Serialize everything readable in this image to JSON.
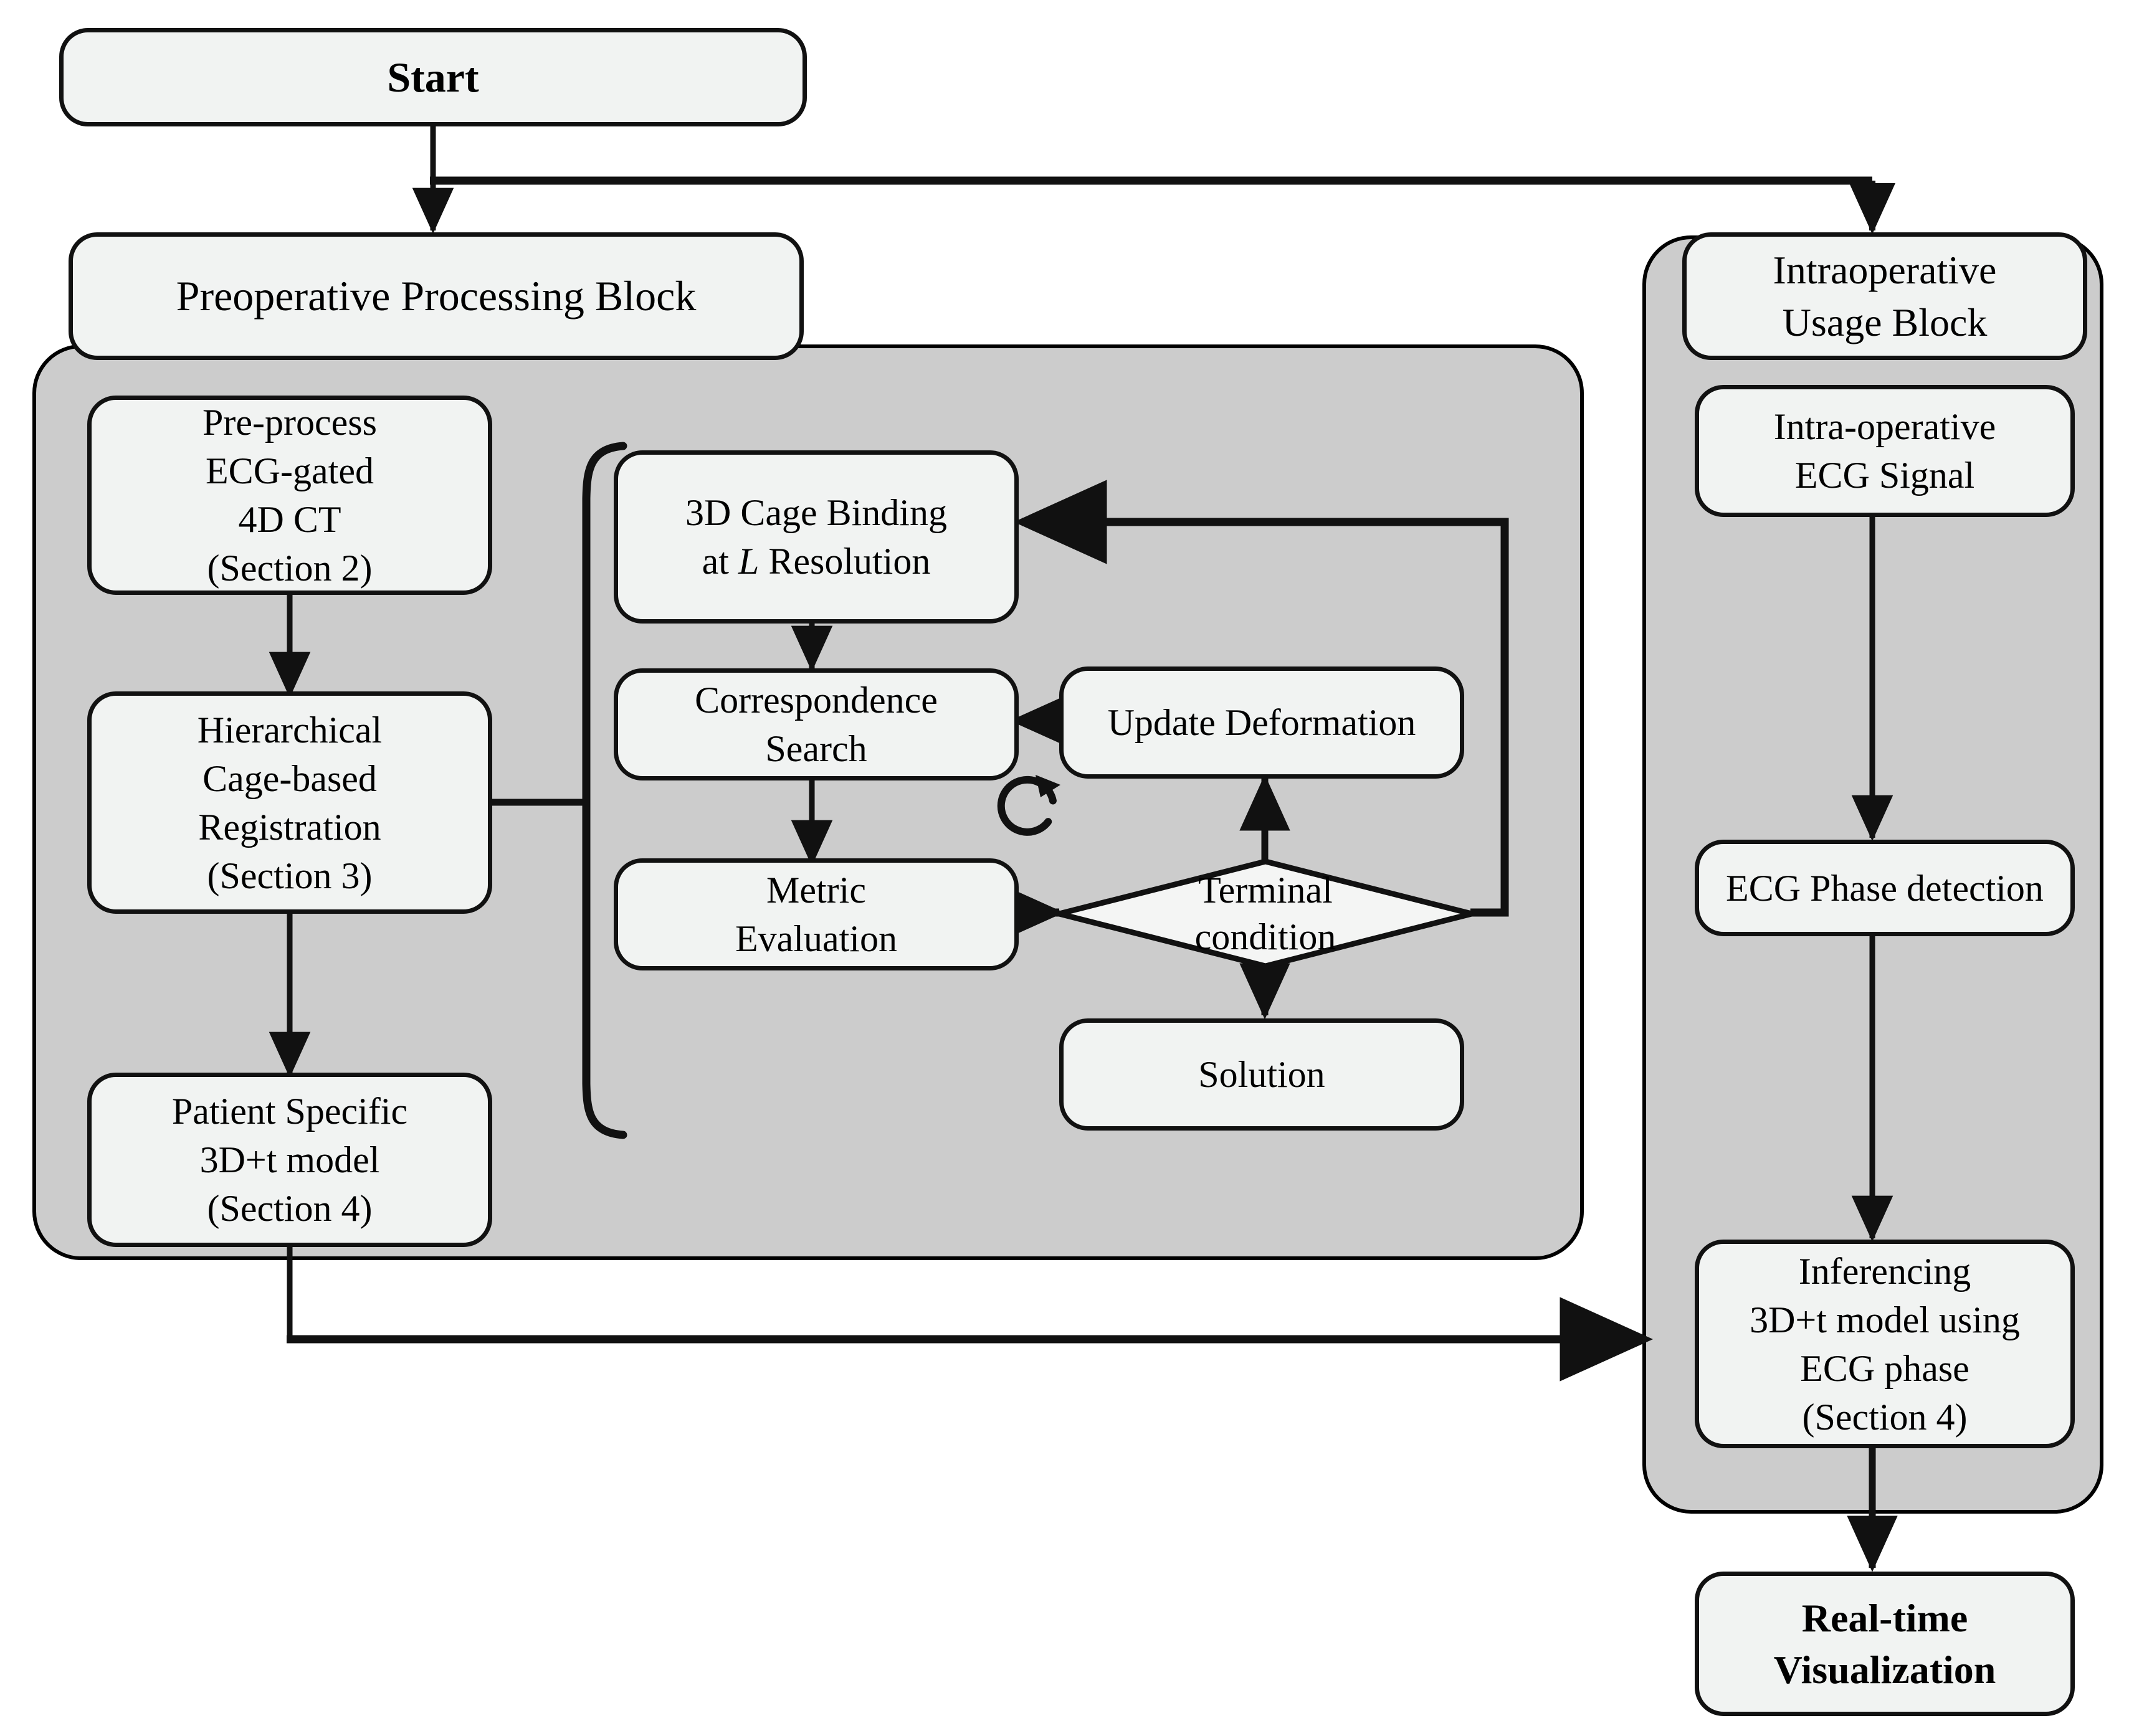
{
  "diagram": {
    "title_nodes": {
      "start": "Start",
      "preop_block": "Preoperative Processing Block",
      "intraop_block": "Intraoperative\nUsage Block"
    },
    "nodes": {
      "start": {
        "label": "Start"
      },
      "preop_header": {
        "label": "Preoperative Processing Block"
      },
      "intraop_header": {
        "line1": "Intraoperative",
        "line2": "Usage Block"
      },
      "preprocess": {
        "line1": "Pre-process",
        "line2": "ECG-gated",
        "line3": "4D CT",
        "line4": "(Section 2)"
      },
      "registration": {
        "line1": "Hierarchical",
        "line2": "Cage-based",
        "line3": "Registration",
        "line4": "(Section 3)"
      },
      "patient_model": {
        "line1": "Patient Specific",
        "line2": "3D+t model",
        "line3": "(Section 4)"
      },
      "cage_binding": {
        "line1": "3D Cage Binding",
        "line2_pre": "at ",
        "line2_var": "L",
        "line2_post": " Resolution"
      },
      "correspondence": {
        "line1": "Correspondence",
        "line2": "Search"
      },
      "metric": {
        "line1": "Metric",
        "line2": "Evaluation"
      },
      "update_deformation": {
        "label": "Update Deformation"
      },
      "terminal_condition": {
        "line1": "Terminal",
        "line2": "condition"
      },
      "solution": {
        "label": "Solution"
      },
      "ecg_signal": {
        "line1": "Intra-operative",
        "line2": "ECG Signal"
      },
      "ecg_phase": {
        "label": "ECG Phase detection"
      },
      "inferencing": {
        "line1": "Inferencing",
        "line2": "3D+t model using",
        "line3": "ECG phase",
        "line4": "(Section 4)"
      },
      "realtime": {
        "line1": "Real-time",
        "line2": "Visualization"
      }
    },
    "icons": {
      "iteration_loop": "loop-arrow-icon"
    },
    "colors": {
      "panel_fill": "#cccccc",
      "node_fill": "#f1f3f2",
      "stroke": "#111111",
      "canvas": "#ffffff"
    }
  }
}
